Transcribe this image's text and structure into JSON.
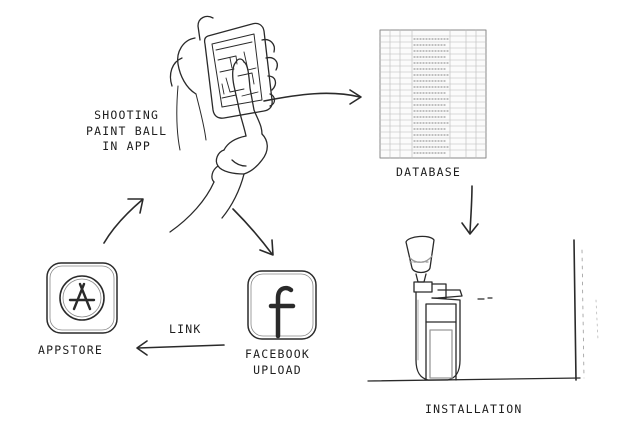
{
  "labels": {
    "app_line1": "SHOOTING",
    "app_line2": "PAINT BALL",
    "app_line3": "IN APP",
    "database": "DATABASE",
    "appstore": "APPSTORE",
    "facebook_line1": "FACEBOOK",
    "facebook_line2": "UPLOAD",
    "link": "LINK",
    "installation": "INSTALLATION"
  },
  "colors": {
    "ink": "#2a2a2a",
    "paper": "#ffffff",
    "shade": "#cfcfcf",
    "table_line": "#b9b9b9"
  },
  "icons": {
    "appstore": "app-store-icon",
    "facebook": "facebook-icon",
    "phone": "phone-in-hand-icon",
    "database": "database-table-icon",
    "installation": "machine-icon"
  }
}
